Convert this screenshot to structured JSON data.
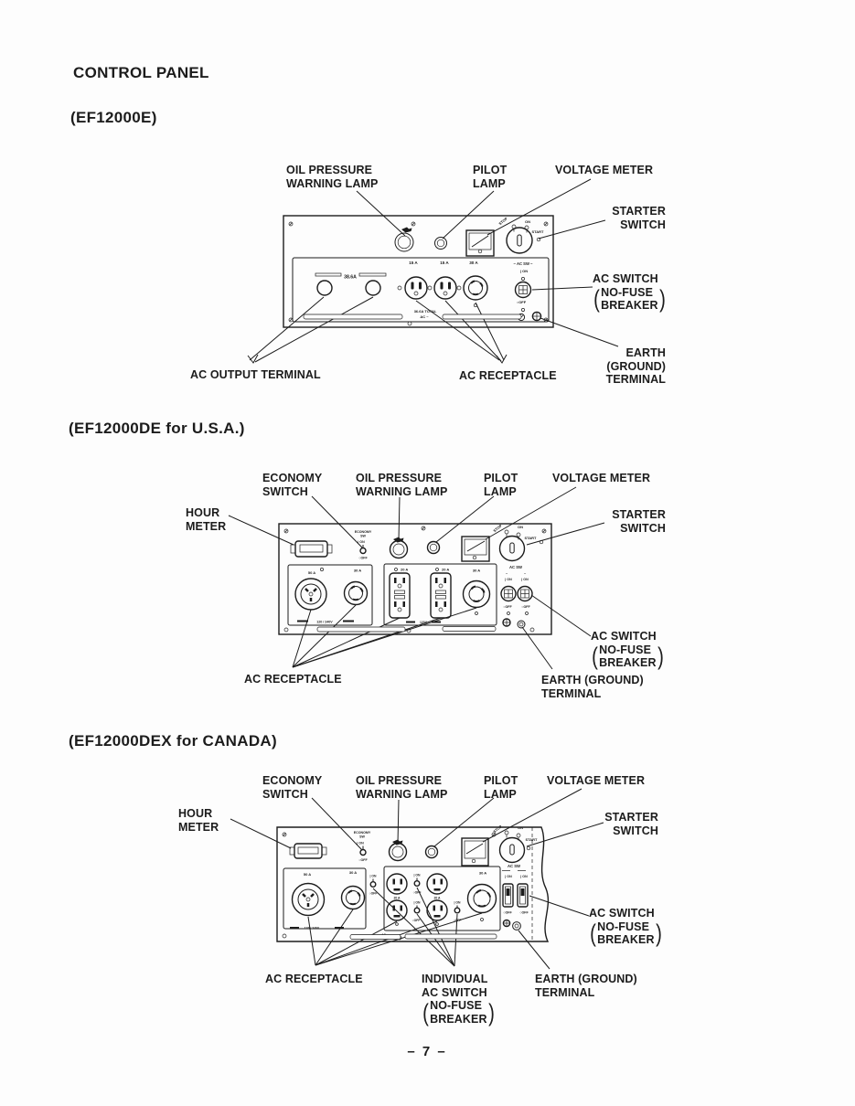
{
  "page": {
    "title": "CONTROL PANEL",
    "page_number": "– 7 –"
  },
  "glyphs": {
    "paren_open": "(",
    "paren_close": ")",
    "wave": "~"
  },
  "fig1": {
    "heading": "(EF12000E)",
    "labels": {
      "oil_l1": "OIL PRESSURE",
      "oil_l2": "WARNING LAMP",
      "pilot_l1": "PILOT",
      "pilot_l2": "LAMP",
      "voltmeter": "VOLTAGE METER",
      "starter_l1": "STARTER",
      "starter_l2": "SWITCH",
      "acsw_l1": "AC SWITCH",
      "acsw_l2": "NO-FUSE",
      "acsw_l3": "BREAKER",
      "earth_l1": "EARTH",
      "earth_l2": "(GROUND)",
      "earth_l3": "TERMINAL",
      "ac_output": "AC OUTPUT TERMINAL",
      "ac_receptacle": "AC RECEPTACLE"
    },
    "panel": {
      "stop": "STOP",
      "on": "ON",
      "start": "START",
      "terminal_amps": "38.6A",
      "recep1_amps": "15 A",
      "recep2_amps": "15 A",
      "recep3_amps": "30 A",
      "ac_sw": "~ AC SW ~",
      "sw_on": "| ON",
      "sw_off": "○OFF",
      "total_amps": "36.6A TOTAL",
      "total_ac": "AC ~"
    }
  },
  "fig2": {
    "heading": "(EF12000DE for U.S.A.)",
    "labels": {
      "economy_l1": "ECONOMY",
      "economy_l2": "SWITCH",
      "oil_l1": "OIL PRESSURE",
      "oil_l2": "WARNING LAMP",
      "pilot_l1": "PILOT",
      "pilot_l2": "LAMP",
      "voltmeter": "VOLTAGE METER",
      "hour_l1": "HOUR",
      "hour_l2": "METER",
      "starter_l1": "STARTER",
      "starter_l2": "SWITCH",
      "acsw_l1": "AC SWITCH",
      "acsw_l2": "NO-FUSE",
      "acsw_l3": "BREAKER",
      "earth_l1": "EARTH (GROUND)",
      "earth_l2": "TERMINAL",
      "ac_receptacle": "AC RECEPTACLE"
    },
    "panel": {
      "economy_label": "ECONOMY",
      "economy_sw": "SW",
      "sw_on": "| ON",
      "sw_off": "○OFF",
      "stop": "STOP",
      "on": "ON",
      "start": "START",
      "recep_50": "50 A",
      "recep_30l": "30 A",
      "recep_20a": "20 A",
      "recep_20b": "20 A",
      "recep_30m": "30 A",
      "voltage_range": "120 / 240V",
      "voltage_mid": "120V",
      "ac_sw": "AC SW"
    }
  },
  "fig3": {
    "heading": "(EF12000DEX for CANADA)",
    "labels": {
      "economy_l1": "ECONOMY",
      "economy_l2": "SWITCH",
      "oil_l1": "OIL PRESSURE",
      "oil_l2": "WARNING LAMP",
      "pilot_l1": "PILOT",
      "pilot_l2": "LAMP",
      "voltmeter": "VOLTAGE METER",
      "hour_l1": "HOUR",
      "hour_l2": "METER",
      "starter_l1": "STARTER",
      "starter_l2": "SWITCH",
      "acsw_l1": "AC SWITCH",
      "acsw_l2": "NO-FUSE",
      "acsw_l3": "BREAKER",
      "indiv_l1": "INDIVIDUAL",
      "indiv_l2": "AC SWITCH",
      "indiv_l3": "NO-FUSE",
      "indiv_l4": "BREAKER",
      "earth_l1": "EARTH (GROUND)",
      "earth_l2": "TERMINAL",
      "ac_receptacle": "AC RECEPTACLE"
    },
    "panel": {
      "economy_label": "ECONOMY",
      "economy_sw": "SW",
      "sw_on": "| ON",
      "sw_off": "○OFF",
      "stop": "STOP",
      "on": "ON",
      "start": "START",
      "recep_50": "50 A",
      "recep_30l": "30 A",
      "recep_20": "20 A",
      "recep_30m": "30 A",
      "voltage_range": "120 / 240V",
      "ac_label": "AC ~",
      "ac_sw": "AC SW"
    }
  }
}
